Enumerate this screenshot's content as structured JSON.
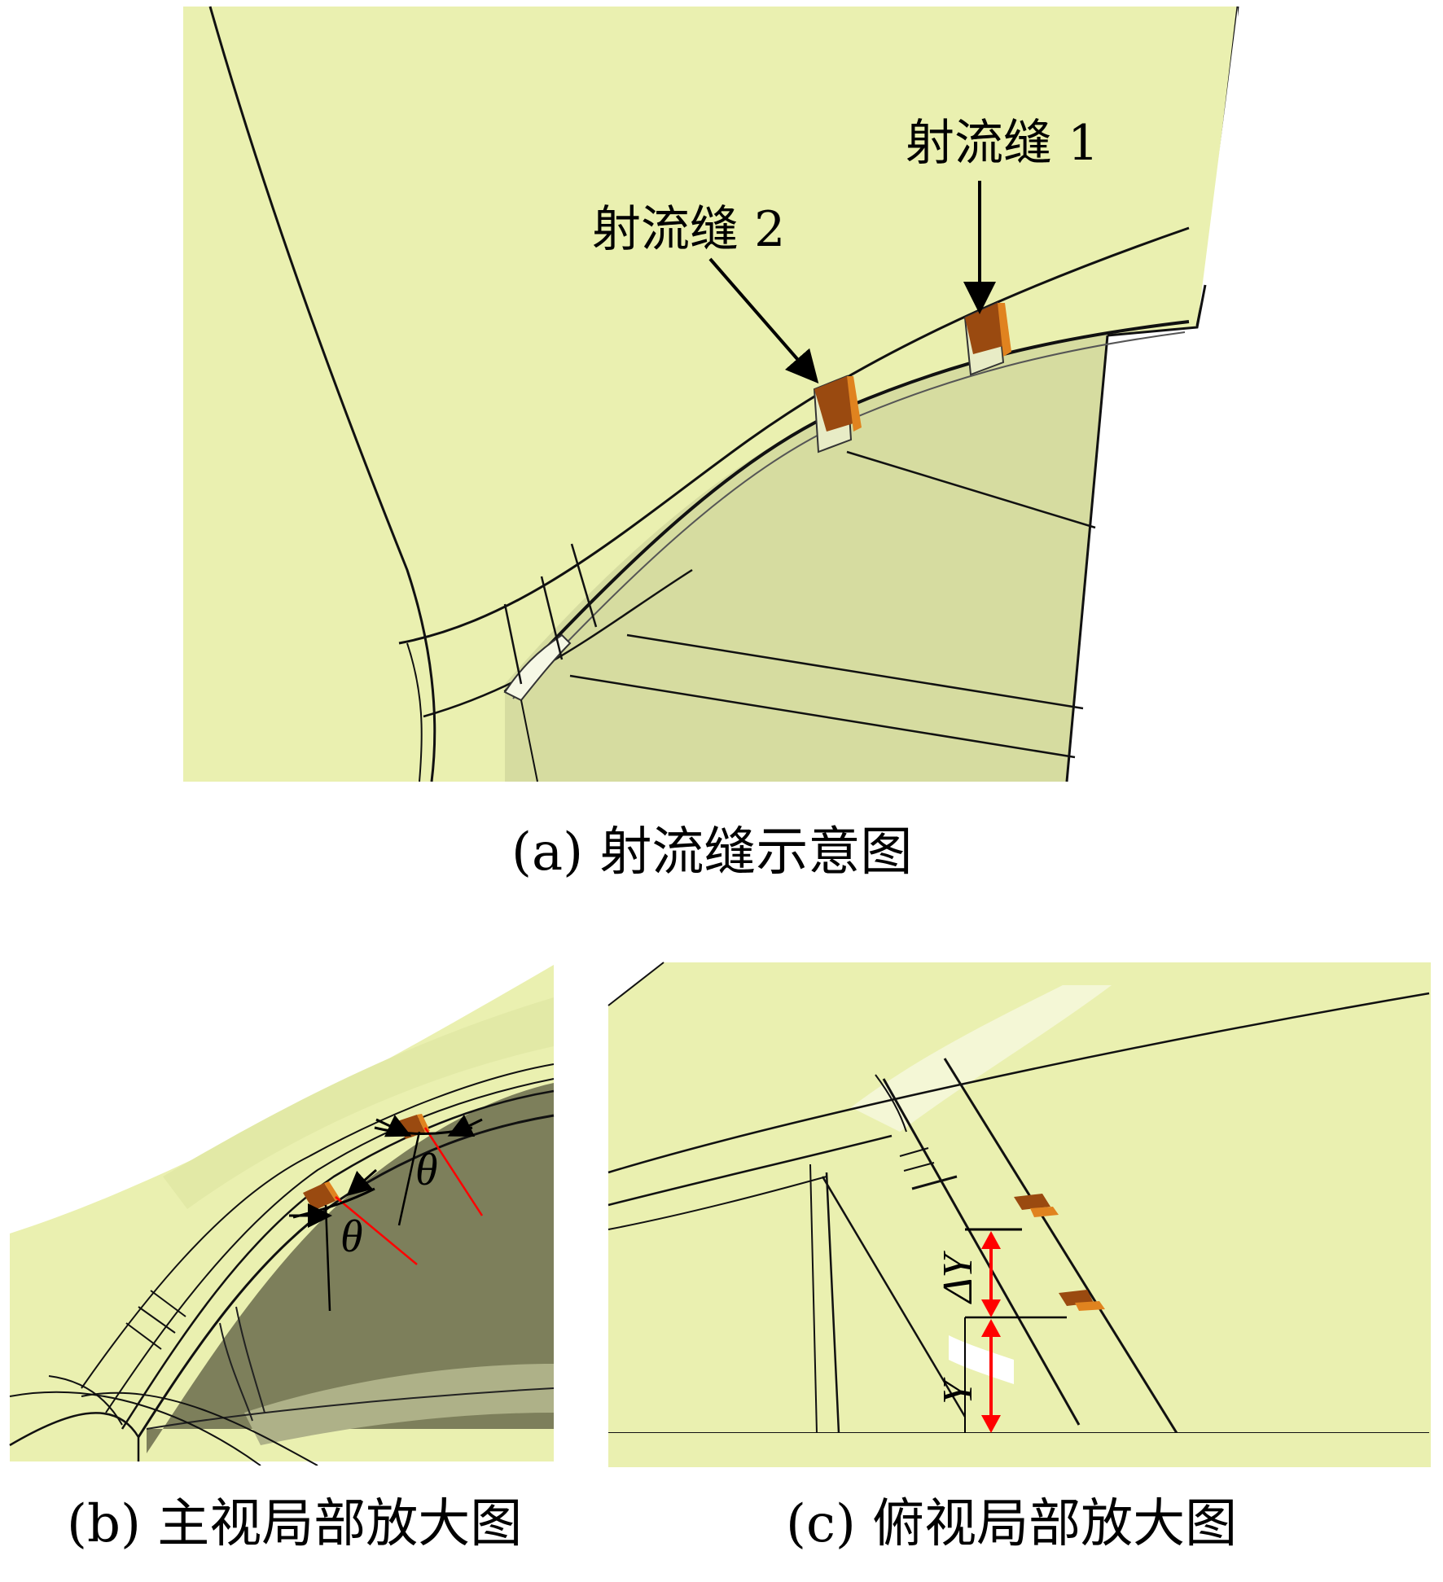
{
  "colors": {
    "surface": "#eaf0b0",
    "surface_dark": "#c8cc8e",
    "cavity": "#7d7f5b",
    "slot_orange": "#e0831f",
    "slot_dark": "#9a4a10",
    "red": "#ff0000"
  },
  "panel_a": {
    "caption": "(a) 射流缝示意图",
    "slot1_label": "射流缝 1",
    "slot2_label": "射流缝 2"
  },
  "panel_b": {
    "caption": "(b) 主视局部放大图",
    "theta_1": "θ",
    "theta_2": "θ"
  },
  "panel_c": {
    "caption": "(c) 俯视局部放大图",
    "delta_y_label": "ΔY",
    "y_label": "Y"
  }
}
